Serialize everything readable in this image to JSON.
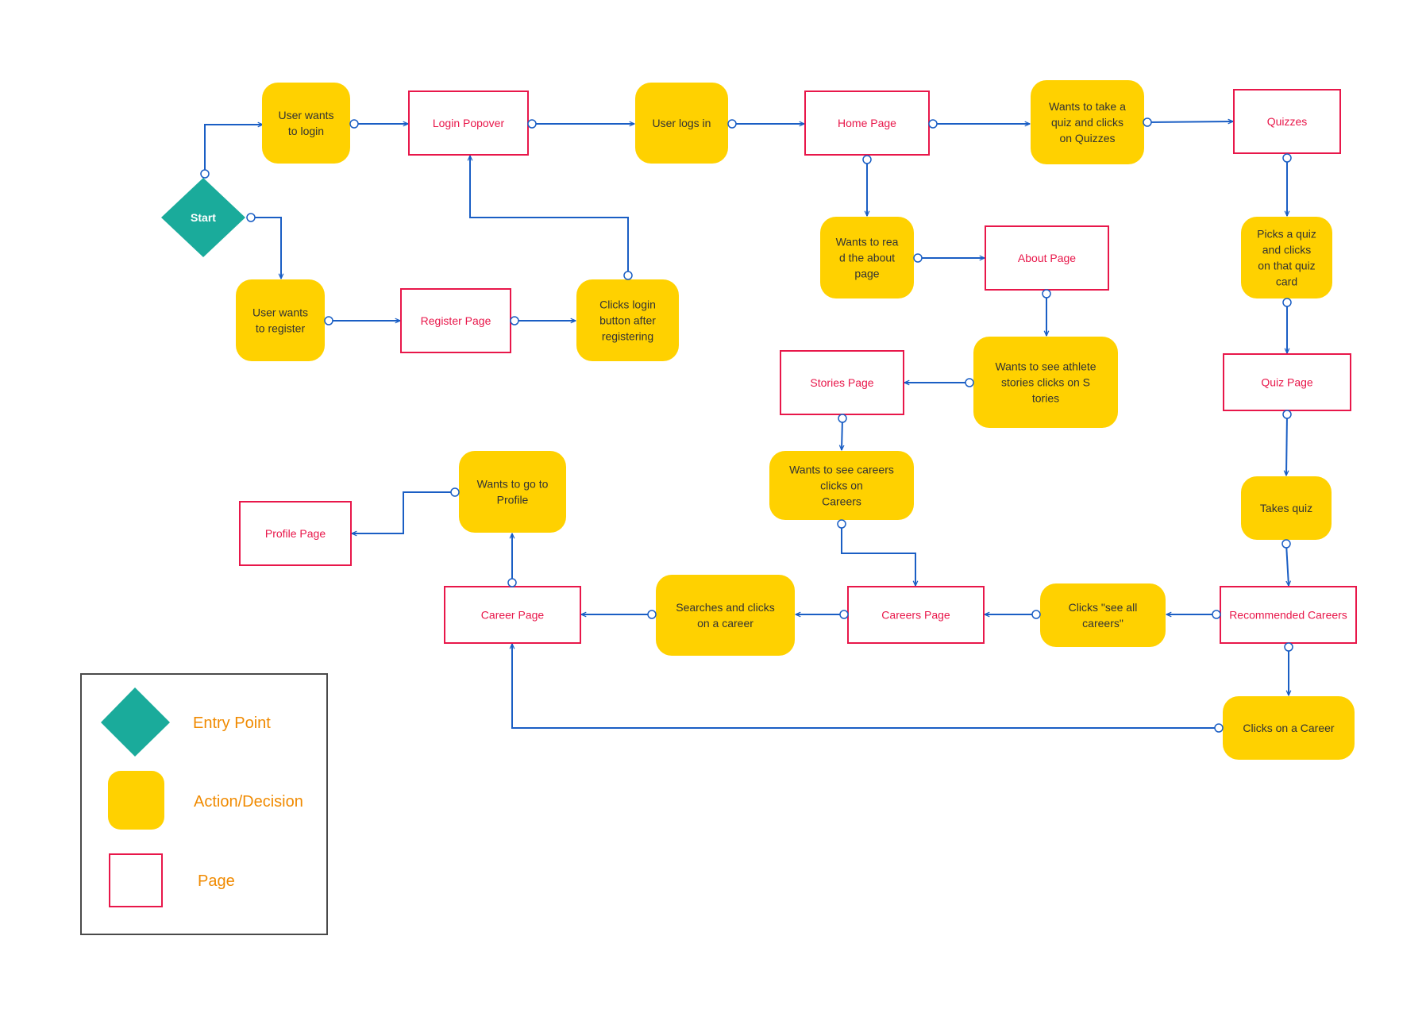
{
  "colors": {
    "action_fill": "#ffd100",
    "page_stroke": "#e8174a",
    "page_text": "#e8174a",
    "start_fill": "#1aab9b",
    "edge": "#1a5ec4",
    "legend_text": "#f08a00",
    "legend_border": "#4a4a4a"
  },
  "nodes": {
    "start": {
      "type": "start",
      "lines": [
        "Start"
      ]
    },
    "user_login": {
      "type": "action",
      "lines": [
        "User wants",
        "to login"
      ]
    },
    "login_popover": {
      "type": "page",
      "lines": [
        "Login Popover"
      ]
    },
    "user_logs_in": {
      "type": "action",
      "lines": [
        "User logs in"
      ]
    },
    "home_page": {
      "type": "page",
      "lines": [
        "Home Page"
      ]
    },
    "take_quiz": {
      "type": "action",
      "lines": [
        "Wants to take a",
        "quiz and clicks",
        "on Quizzes"
      ]
    },
    "quizzes": {
      "type": "page",
      "lines": [
        "Quizzes"
      ]
    },
    "user_register": {
      "type": "action",
      "lines": [
        "User wants",
        "to register"
      ]
    },
    "register_page": {
      "type": "page",
      "lines": [
        "Register Page"
      ]
    },
    "clicks_login": {
      "type": "action",
      "lines": [
        "Clicks login",
        "button after",
        "registering"
      ]
    },
    "read_about": {
      "type": "action",
      "lines": [
        "Wants to rea",
        "d the about",
        "page"
      ]
    },
    "about_page": {
      "type": "page",
      "lines": [
        "About Page"
      ]
    },
    "picks_quiz": {
      "type": "action",
      "lines": [
        "Picks a quiz",
        "and clicks",
        "on that quiz",
        "card"
      ]
    },
    "athlete_stories": {
      "type": "action",
      "lines": [
        "Wants to see athlete",
        "stories clicks on S",
        "tories"
      ]
    },
    "stories_page": {
      "type": "page",
      "lines": [
        "Stories Page"
      ]
    },
    "quiz_page": {
      "type": "page",
      "lines": [
        "Quiz Page"
      ]
    },
    "see_careers": {
      "type": "action",
      "lines": [
        "Wants to see careers",
        "clicks on",
        "Careers"
      ]
    },
    "go_profile": {
      "type": "action",
      "lines": [
        "Wants to go to",
        "Profile"
      ]
    },
    "profile_page": {
      "type": "page",
      "lines": [
        "Profile Page"
      ]
    },
    "takes_quiz": {
      "type": "action",
      "lines": [
        "Takes quiz"
      ]
    },
    "career_page": {
      "type": "page",
      "lines": [
        "Career Page"
      ]
    },
    "searches_career": {
      "type": "action",
      "lines": [
        "Searches and clicks",
        "on a career"
      ]
    },
    "careers_page": {
      "type": "page",
      "lines": [
        "Careers Page"
      ]
    },
    "see_all_careers": {
      "type": "action",
      "lines": [
        "Clicks \"see all",
        "careers\""
      ]
    },
    "recommended_careers": {
      "type": "page",
      "lines": [
        "Recommended Careers"
      ]
    },
    "clicks_career": {
      "type": "action",
      "lines": [
        "Clicks on a Career"
      ]
    }
  },
  "edges": [
    {
      "from": "start",
      "to": "user_login"
    },
    {
      "from": "start",
      "to": "user_register"
    },
    {
      "from": "user_login",
      "to": "login_popover"
    },
    {
      "from": "login_popover",
      "to": "user_logs_in"
    },
    {
      "from": "user_logs_in",
      "to": "home_page"
    },
    {
      "from": "home_page",
      "to": "take_quiz"
    },
    {
      "from": "take_quiz",
      "to": "quizzes"
    },
    {
      "from": "user_register",
      "to": "register_page"
    },
    {
      "from": "register_page",
      "to": "clicks_login"
    },
    {
      "from": "clicks_login",
      "to": "login_popover"
    },
    {
      "from": "home_page",
      "to": "read_about"
    },
    {
      "from": "read_about",
      "to": "about_page"
    },
    {
      "from": "about_page",
      "to": "athlete_stories"
    },
    {
      "from": "athlete_stories",
      "to": "stories_page"
    },
    {
      "from": "stories_page",
      "to": "see_careers"
    },
    {
      "from": "see_careers",
      "to": "careers_page"
    },
    {
      "from": "quizzes",
      "to": "picks_quiz"
    },
    {
      "from": "picks_quiz",
      "to": "quiz_page"
    },
    {
      "from": "quiz_page",
      "to": "takes_quiz"
    },
    {
      "from": "takes_quiz",
      "to": "recommended_careers"
    },
    {
      "from": "recommended_careers",
      "to": "see_all_careers"
    },
    {
      "from": "see_all_careers",
      "to": "careers_page"
    },
    {
      "from": "careers_page",
      "to": "searches_career"
    },
    {
      "from": "searches_career",
      "to": "career_page"
    },
    {
      "from": "career_page",
      "to": "go_profile"
    },
    {
      "from": "go_profile",
      "to": "profile_page"
    },
    {
      "from": "recommended_careers",
      "to": "clicks_career"
    },
    {
      "from": "clicks_career",
      "to": "career_page"
    }
  ],
  "legend": {
    "entry_point": "Entry Point",
    "action_decision": "Action/Decision",
    "page": "Page"
  }
}
